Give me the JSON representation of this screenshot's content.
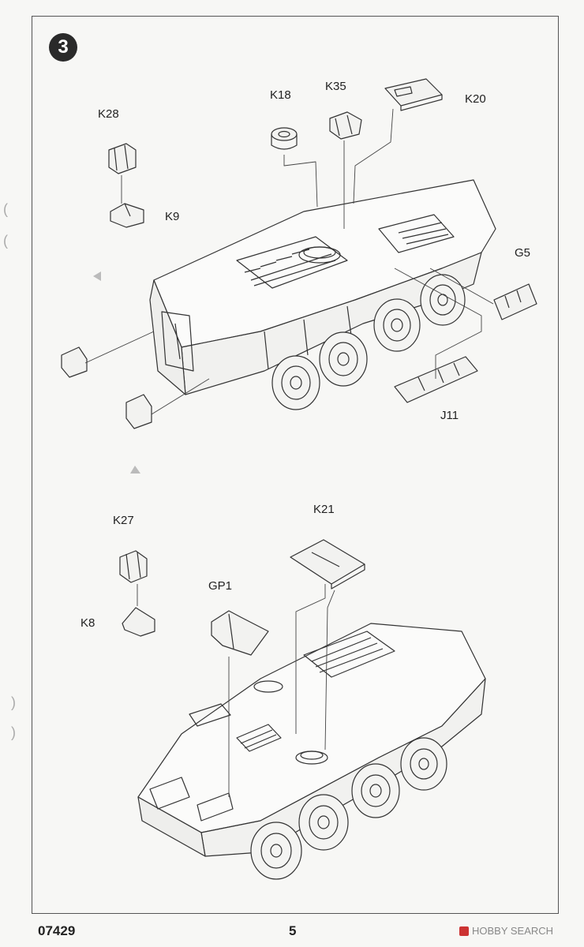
{
  "step": {
    "number": "3"
  },
  "parts": {
    "k28": "K28",
    "k9": "K9",
    "k18": "K18",
    "k35": "K35",
    "k20": "K20",
    "g5": "G5",
    "j11": "J11",
    "k27": "K27",
    "k8": "K8",
    "k21": "K21",
    "gp1": "GP1"
  },
  "footer": {
    "code": "07429",
    "page": "5",
    "watermark": "HOBBY SEARCH"
  },
  "colors": {
    "line": "#333333",
    "frame": "#555555",
    "badge": "#2a2a2a"
  }
}
